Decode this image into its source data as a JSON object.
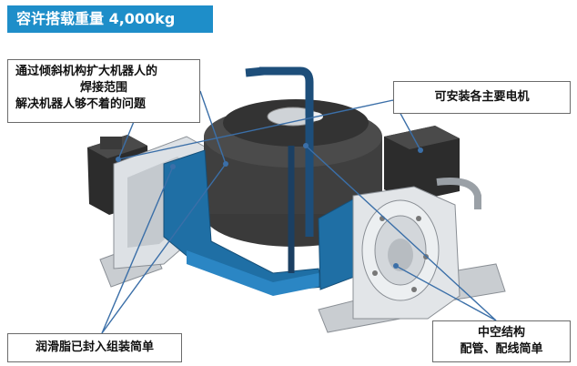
{
  "title": "容许搭载重量 4,000kg",
  "callouts": {
    "tilt": [
      "通过倾斜机构扩大机器人的",
      "焊接范围",
      "解决机器人够不着的问题"
    ],
    "motors": [
      "可安装各主要电机"
    ],
    "grease": [
      "润滑脂已封入组装简单"
    ],
    "hollow": [
      "中空结构",
      "配管、配线简单"
    ]
  },
  "colors": {
    "title_bg": "#1e8ec9",
    "frame_blue": "#1f6fa5",
    "metal": "#d9dde1",
    "motor": "#2c2c2c",
    "leader": "#3b6fa8"
  }
}
